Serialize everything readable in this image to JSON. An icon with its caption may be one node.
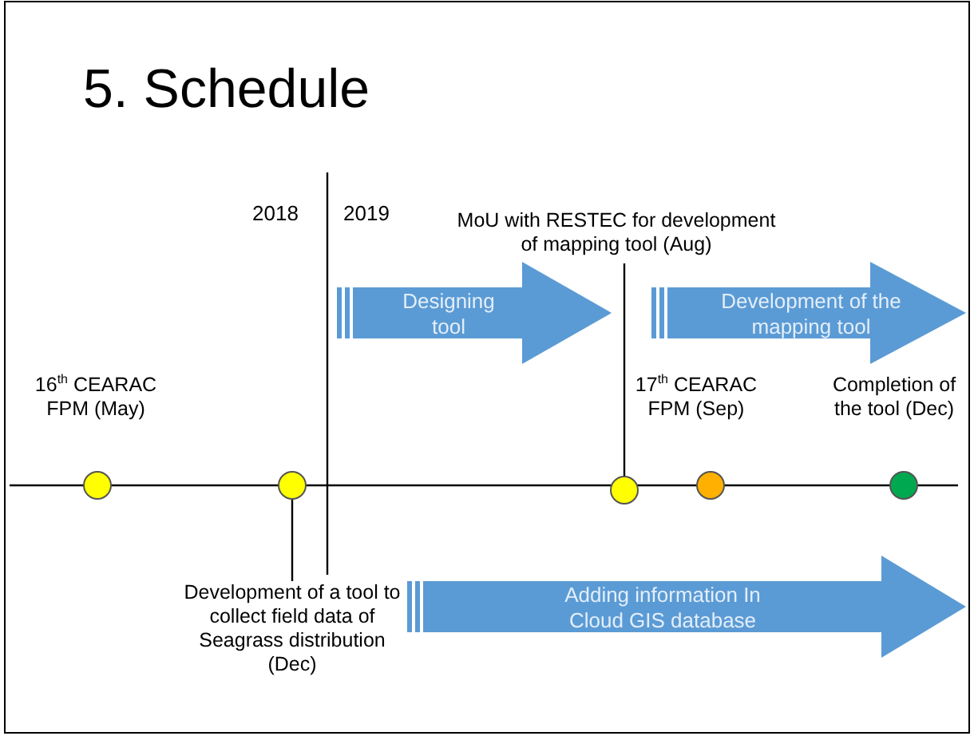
{
  "diagram": {
    "title": "5. Schedule",
    "nodes": [
      {
        "text": [
          "16$^{th}$ CEARAC FPM (May)"
        ]
      },
      {
        "text": [],
        "shape": "circle"
      },
      {
        "text": [],
        "shape": "circle"
      },
      {
        "text": [
          "Development of a tool to collect field data of Seagrass distribution (Dec)"
        ]
      },
      {
        "text": [
          "MoU with RESTEC for development of mapping tool (Aug)"
        ]
      },
      {
        "text": [],
        "shape": "circle"
      },
      {
        "text": [
          "17$^{th}$ CEARAC FPM (Sep)"
        ]
      },
      {
        "text": [],
        "shape": "circle"
      },
      {
        "text": [
          "Completion of the tool (Dec)"
        ]
      },
      {
        "text": [],
        "shape": "circle"
      },
      {
        "text": [
          "Designing tool"
        ]
      },
      {
        "text": [
          "Development of the mapping tool"
        ]
      },
      {
        "text": [
          "Adding information In Cloud GIS database"
        ]
      }
    ],
    "edges": [
      {
        "from": 4,
        "to": 5,
        "arrow": "none"
      },
      {
        "from": 3,
        "to": 2,
        "arrow": "none"
      }
    ],
    "labels": [
      "2018",
      "2019"
    ]
  }
}
